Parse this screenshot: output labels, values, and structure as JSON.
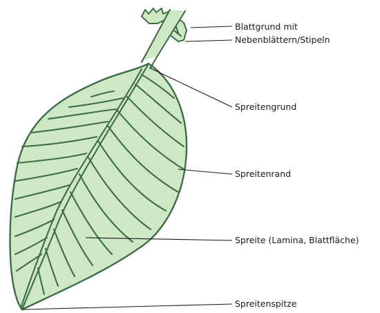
{
  "diagram": {
    "colors": {
      "leaf_fill": "#cfe8c4",
      "leaf_outline": "#3c6b4a",
      "leader_line": "#1a1a1a",
      "label_text": "#1a1a1a",
      "background": "#ffffff"
    },
    "labels": [
      {
        "id": "blattgrund",
        "lines": [
          "Blattgrund mit",
          "Nebenblättern/Stipeln"
        ]
      },
      {
        "id": "spreitengrund",
        "lines": [
          "Spreitengrund"
        ]
      },
      {
        "id": "spreitenrand",
        "lines": [
          "Spreitenrand"
        ]
      },
      {
        "id": "spreite",
        "lines": [
          "Spreite (Lamina, Blattfläche)"
        ]
      },
      {
        "id": "spreitenspitze",
        "lines": [
          "Spreitenspitze"
        ]
      }
    ]
  }
}
